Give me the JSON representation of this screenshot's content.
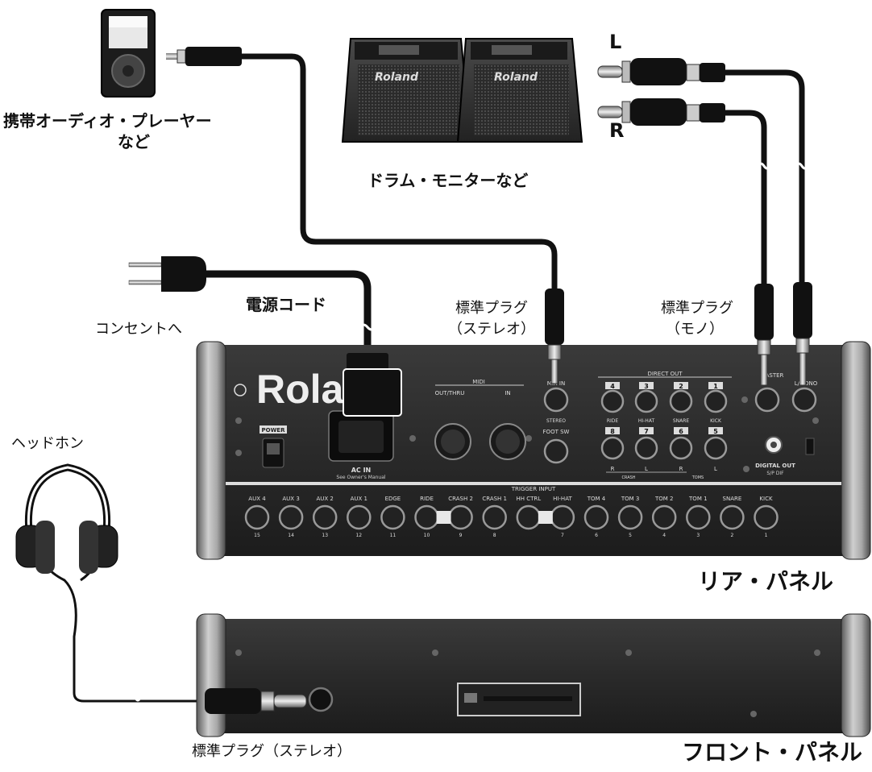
{
  "labels": {
    "portable_player": "携帯オーディオ・プレーヤー",
    "portable_player_2": "など",
    "drum_monitor": "ドラム・モニターなど",
    "power_cord": "電源コード",
    "outlet": "コンセントへ",
    "std_plug_stereo": "標準プラグ",
    "std_plug_stereo_2": "（ステレオ）",
    "std_plug_mono": "標準プラグ",
    "std_plug_mono_2": "（モノ）",
    "headphones": "ヘッドホン",
    "left": "L",
    "right": "R",
    "rear_panel": "リア・パネル",
    "front_panel": "フロント・パネル",
    "std_plug_stereo_front": "標準プラグ（ステレオ）"
  },
  "speaker_brand": "Roland",
  "rear": {
    "brand": "Roland",
    "power": "POWER",
    "ac_in": "AC IN",
    "ac_in_sub": "See Owner's Manual",
    "midi": "MIDI",
    "midi_out": "OUT/THRU",
    "midi_in": "IN",
    "mix_in": "MIX IN",
    "stereo": "STEREO",
    "foot_sw": "FOOT SW",
    "direct_out": "DIRECT OUT",
    "direct_top": [
      {
        "num": "4",
        "name": "RIDE"
      },
      {
        "num": "3",
        "name": "HI-HAT"
      },
      {
        "num": "2",
        "name": "SNARE"
      },
      {
        "num": "1",
        "name": "KICK"
      }
    ],
    "direct_bottom": [
      {
        "num": "8",
        "name": "R"
      },
      {
        "num": "7",
        "name": "L"
      },
      {
        "num": "6",
        "name": "R"
      },
      {
        "num": "5",
        "name": "L"
      }
    ],
    "crash": "CRASH",
    "toms": "TOMS",
    "master": "MASTER",
    "l_mono": "L/MONO",
    "digital_out": "DIGITAL OUT",
    "spdif": "S/P DIF",
    "trigger_input": "TRIGGER INPUT",
    "triggers": [
      {
        "name": "AUX 4",
        "num": "15"
      },
      {
        "name": "AUX 3",
        "num": "14"
      },
      {
        "name": "AUX 2",
        "num": "13"
      },
      {
        "name": "AUX 1",
        "num": "12"
      },
      {
        "name": "EDGE",
        "num": "11"
      },
      {
        "name": "RIDE",
        "num": "10"
      },
      {
        "name": "CRASH 2",
        "num": "9"
      },
      {
        "name": "CRASH 1",
        "num": "8"
      },
      {
        "name": "HH CTRL",
        "num": ""
      },
      {
        "name": "HI-HAT",
        "num": "7"
      },
      {
        "name": "TOM 4",
        "num": "6"
      },
      {
        "name": "TOM 3",
        "num": "5"
      },
      {
        "name": "TOM 2",
        "num": "4"
      },
      {
        "name": "TOM 1",
        "num": "3"
      },
      {
        "name": "SNARE",
        "num": "2"
      },
      {
        "name": "KICK",
        "num": "1"
      }
    ]
  }
}
